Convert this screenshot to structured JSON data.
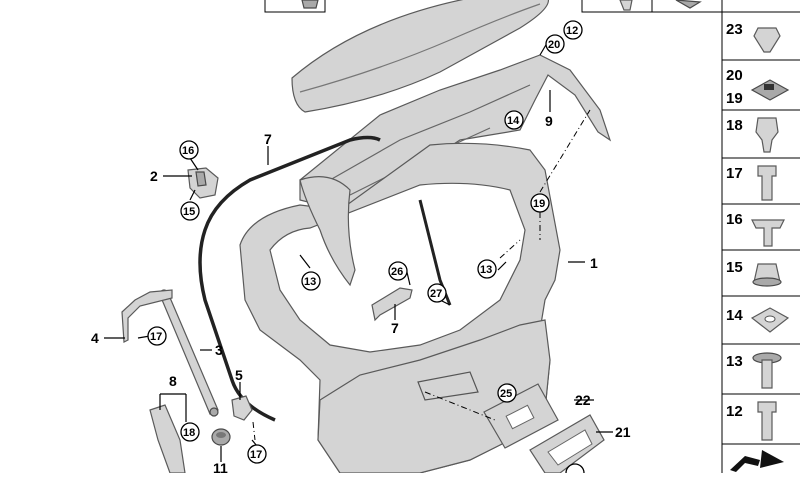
{
  "labels": {
    "l1": "1",
    "l2": "2",
    "l3": "3",
    "l4": "4",
    "l5": "5",
    "l7a": "7",
    "l7b": "7",
    "l8": "8",
    "l9": "9",
    "l11": "11",
    "l21": "21",
    "l22": "22"
  },
  "callouts": {
    "c12": "12",
    "c13a": "13",
    "c13b": "13",
    "c14": "14",
    "c15": "15",
    "c16": "16",
    "c17a": "17",
    "c17b": "17",
    "c18": "18",
    "c19": "19",
    "c20": "20",
    "c25": "25",
    "c26": "26",
    "c27": "27"
  },
  "sidebar": {
    "items": [
      "23",
      "20",
      "19",
      "18",
      "17",
      "16",
      "15",
      "14",
      "13",
      "12"
    ]
  }
}
